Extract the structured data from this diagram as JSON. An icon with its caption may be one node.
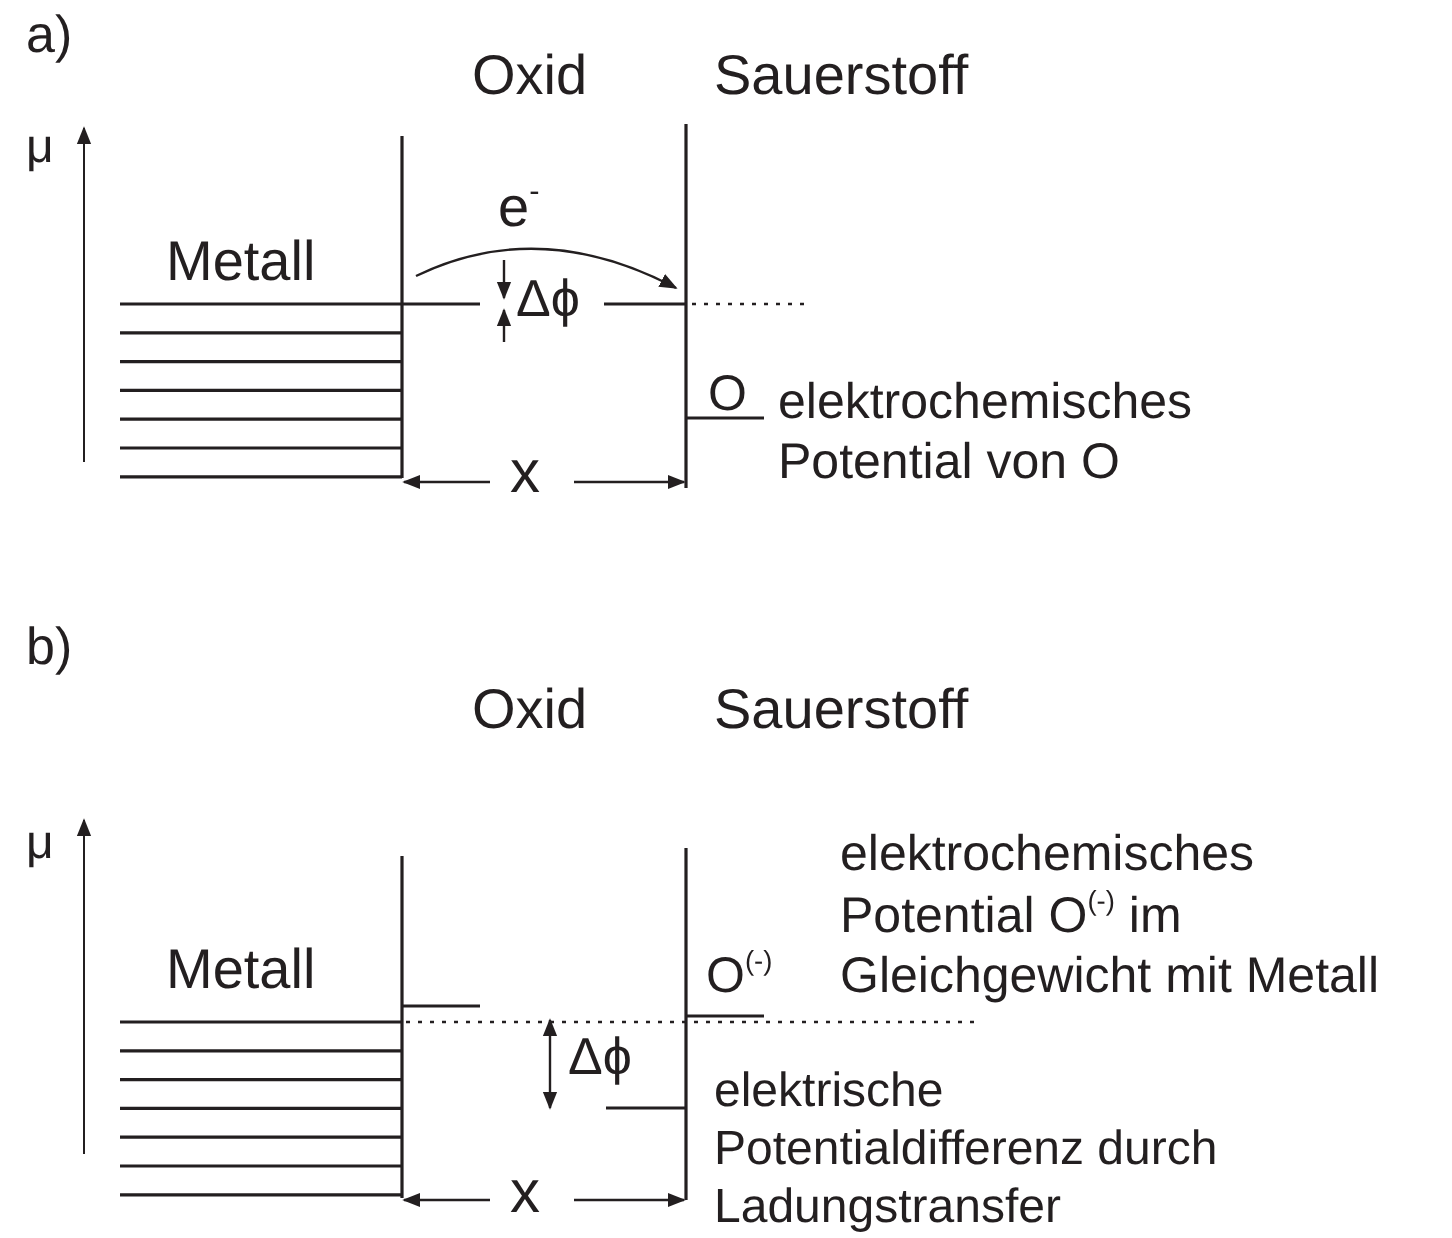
{
  "diagram": {
    "labels": [
      "a)",
      "Oxid",
      "Sauerstoff",
      "μ",
      "e$^{-}$",
      "Metall",
      "Δϕ",
      "O",
      "elektrochemisches Potential von O",
      "x",
      "b)",
      "Oxid",
      "Sauerstoff",
      "μ",
      "elektrochemisches Potential O$^{(-)}$ im Gleichgewicht mit Metall",
      "Metall",
      "O$^{(-)}$",
      "Δϕ",
      "elektrische Potentialdifferenz durch Ladungstransfer",
      "x"
    ]
  }
}
